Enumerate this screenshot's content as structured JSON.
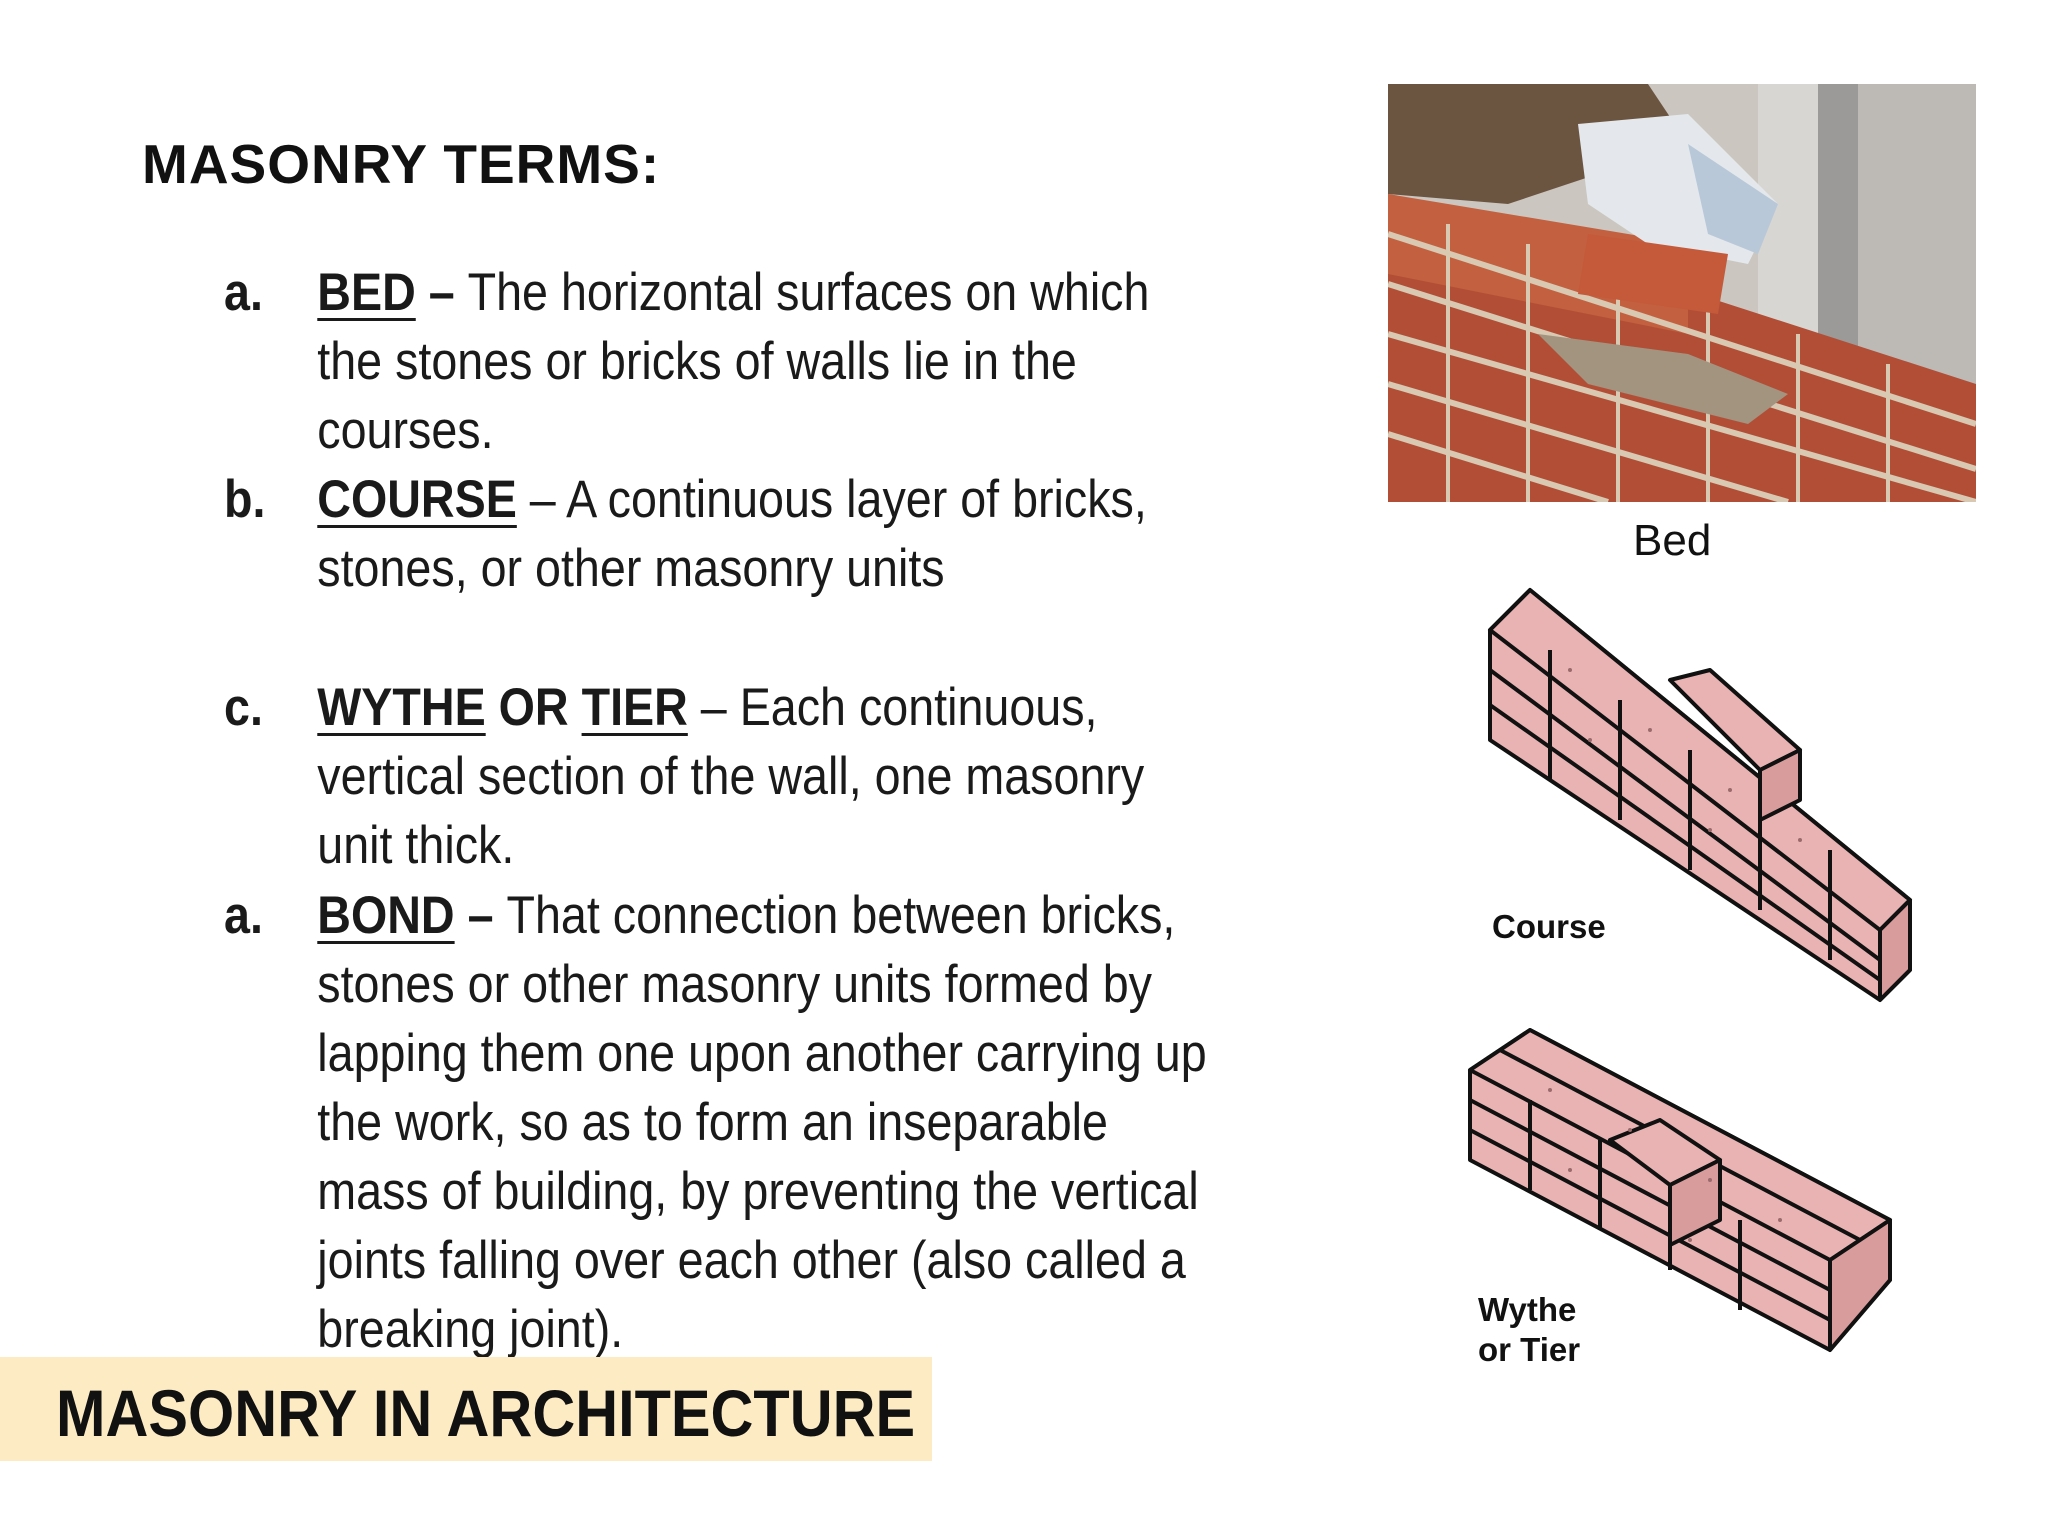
{
  "heading": "MASONRY TERMS:",
  "terms": [
    {
      "letter": "a.",
      "name": "BED",
      "sep": " – ",
      "text": "The horizontal surfaces on which the stones or bricks of walls lie in the courses."
    },
    {
      "letter": "b.",
      "name": "COURSE",
      "sep": " – ",
      "text": "A continuous layer of bricks, stones, or other masonry units"
    },
    {
      "letter": "c.",
      "name": "WYTHE",
      "or": "OR",
      "name2": "TIER",
      "sep": " – ",
      "text": "Each continuous, vertical section of the wall, one masonry unit thick."
    },
    {
      "letter": "a.",
      "name": "BOND",
      "sep": " – ",
      "text": "That connection between bricks, stones or other masonry units formed by lapping them one upon another carrying up the work, so as to form an inseparable mass of building, by preventing the vertical joints falling over each other (also called a breaking joint)."
    }
  ],
  "footer": "MASONRY IN ARCHITECTURE",
  "captions": {
    "bed": "Bed",
    "course": "Course",
    "wythe_line1": "Wythe",
    "wythe_line2": "or Tier"
  },
  "colors": {
    "footer_bg": "#fdebc4",
    "brick_red": "#b5503a",
    "brick_pink": "#e9b3b3"
  }
}
